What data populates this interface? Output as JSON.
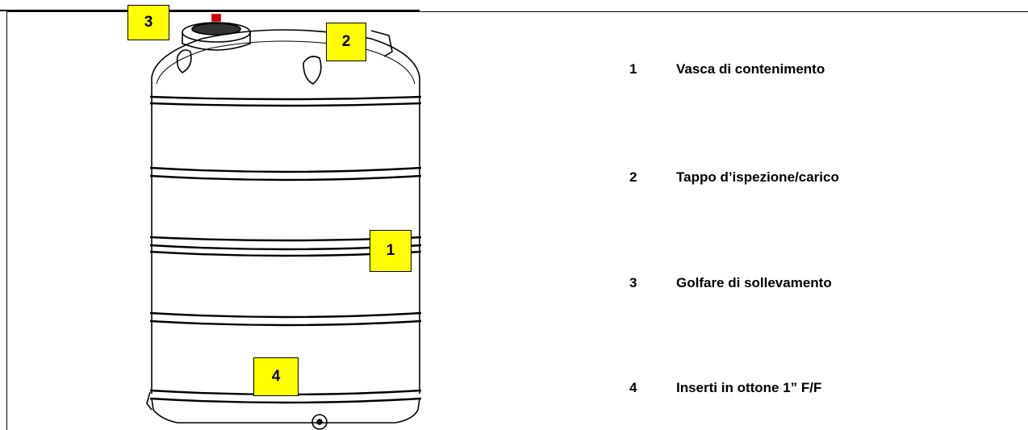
{
  "callouts": [
    {
      "number": "1"
    },
    {
      "number": "2"
    },
    {
      "number": "3"
    },
    {
      "number": "4"
    }
  ],
  "legend": [
    {
      "number": "1",
      "label": "Vasca di contenimento"
    },
    {
      "number": "2",
      "label": "Tappo d’ispezione/carico"
    },
    {
      "number": "3",
      "label": "Golfare di sollevamento"
    },
    {
      "number": "4",
      "label": "Inserti in ottone 1” F/F"
    }
  ],
  "colors": {
    "callout_fill": "#ffff00",
    "line": "#000000"
  }
}
